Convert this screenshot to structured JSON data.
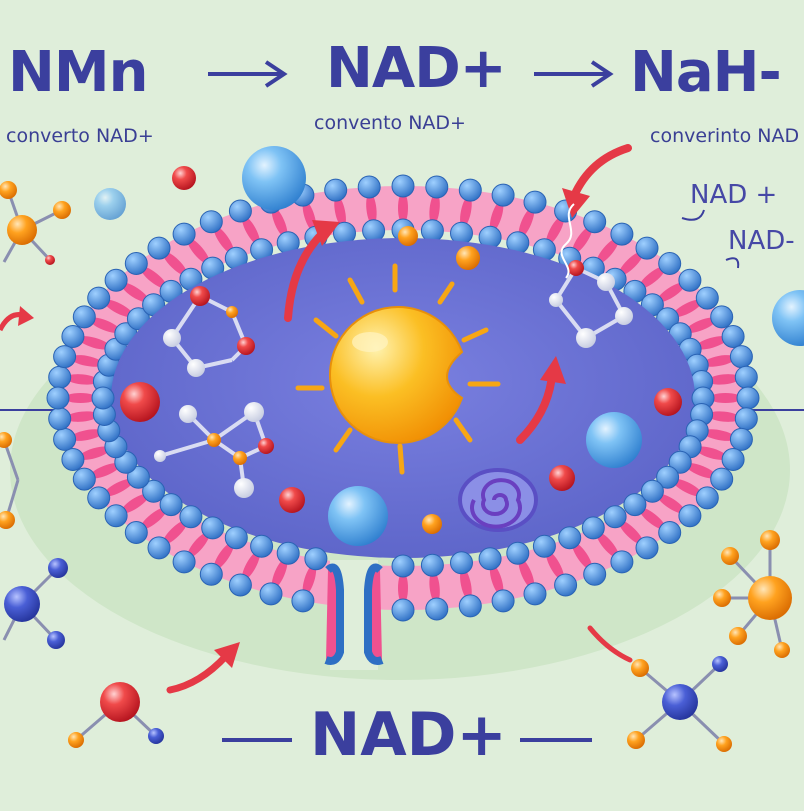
{
  "labels": {
    "step1": "NMn",
    "step2": "NAD+",
    "step3": "NaH-",
    "step1_caption": "converto NAD+",
    "step2_caption": "convento NAD+",
    "step3_caption": "converinto NAD",
    "side_label_1": "NAD +",
    "side_label_2": "NAD-",
    "bottom_label": "NAD+"
  },
  "colors": {
    "background": "#dfeeda",
    "membrane_head": "#4a90d9",
    "membrane_tail": "#f0518f",
    "cytoplasm": "#6870d2",
    "sun": "#fbbf24",
    "arrow_red": "#e53946",
    "text": "#3b3f9e"
  }
}
